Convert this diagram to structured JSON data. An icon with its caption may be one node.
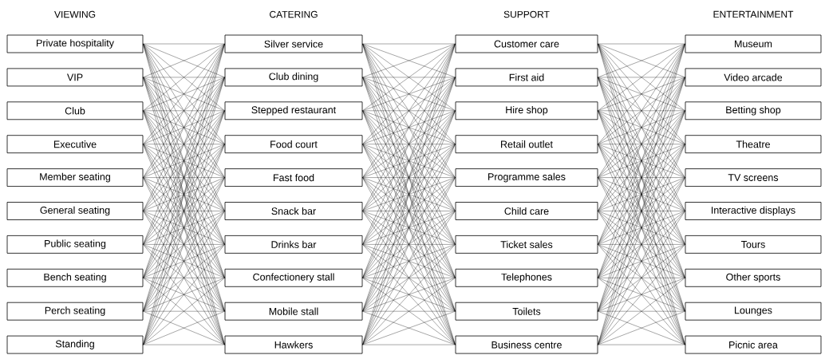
{
  "diagram": {
    "nodes": [
      {
        "text": [
          "Private hospitality"
        ]
      },
      {
        "text": [
          "VIP"
        ]
      },
      {
        "text": [
          "Club"
        ]
      },
      {
        "text": [
          "Executive"
        ]
      },
      {
        "text": [
          "Member seating"
        ]
      },
      {
        "text": [
          "General seating"
        ]
      },
      {
        "text": [
          "Public seating"
        ]
      },
      {
        "text": [
          "Bench seating"
        ]
      },
      {
        "text": [
          "Perch seating"
        ]
      },
      {
        "text": [
          "Standing"
        ]
      },
      {
        "text": [
          "Silver service"
        ]
      },
      {
        "text": [
          "Club dining"
        ]
      },
      {
        "text": [
          "Stepped restaurant"
        ]
      },
      {
        "text": [
          "Food court"
        ]
      },
      {
        "text": [
          "Fast food"
        ]
      },
      {
        "text": [
          "Snack bar"
        ]
      },
      {
        "text": [
          "Drinks bar"
        ]
      },
      {
        "text": [
          "Confectionery stall"
        ]
      },
      {
        "text": [
          "Mobile stall"
        ]
      },
      {
        "text": [
          "Hawkers"
        ]
      },
      {
        "text": [
          "Customer care"
        ]
      },
      {
        "text": [
          "First aid"
        ]
      },
      {
        "text": [
          "Hire shop"
        ]
      },
      {
        "text": [
          "Retail outlet"
        ]
      },
      {
        "text": [
          "Programme sales"
        ]
      },
      {
        "text": [
          "Child care"
        ]
      },
      {
        "text": [
          "Ticket sales"
        ]
      },
      {
        "text": [
          "Telephones"
        ]
      },
      {
        "text": [
          "Toilets"
        ]
      },
      {
        "text": [
          "Business centre"
        ]
      },
      {
        "text": [
          "Museum"
        ]
      },
      {
        "text": [
          "Video arcade"
        ]
      },
      {
        "text": [
          "Betting shop"
        ]
      },
      {
        "text": [
          "Theatre"
        ]
      },
      {
        "text": [
          "TV screens"
        ]
      },
      {
        "text": [
          "Interactive displays"
        ]
      },
      {
        "text": [
          "Tours"
        ]
      },
      {
        "text": [
          "Other sports"
        ]
      },
      {
        "text": [
          "Lounges"
        ]
      },
      {
        "text": [
          "Picnic area"
        ]
      }
    ],
    "edges": [
      {
        "from": 0,
        "to": 10,
        "arrow": "none"
      },
      {
        "from": 0,
        "to": 11,
        "arrow": "none"
      },
      {
        "from": 0,
        "to": 12,
        "arrow": "none"
      },
      {
        "from": 0,
        "to": 13,
        "arrow": "none"
      },
      {
        "from": 0,
        "to": 14,
        "arrow": "none"
      },
      {
        "from": 0,
        "to": 15,
        "arrow": "none"
      },
      {
        "from": 0,
        "to": 16,
        "arrow": "none"
      },
      {
        "from": 0,
        "to": 17,
        "arrow": "none"
      },
      {
        "from": 0,
        "to": 18,
        "arrow": "none"
      },
      {
        "from": 0,
        "to": 19,
        "arrow": "none"
      },
      {
        "from": 1,
        "to": 10,
        "arrow": "none"
      },
      {
        "from": 1,
        "to": 11,
        "arrow": "none"
      },
      {
        "from": 1,
        "to": 12,
        "arrow": "none"
      },
      {
        "from": 1,
        "to": 13,
        "arrow": "none"
      },
      {
        "from": 1,
        "to": 14,
        "arrow": "none"
      },
      {
        "from": 1,
        "to": 15,
        "arrow": "none"
      },
      {
        "from": 1,
        "to": 16,
        "arrow": "none"
      },
      {
        "from": 1,
        "to": 17,
        "arrow": "none"
      },
      {
        "from": 1,
        "to": 18,
        "arrow": "none"
      },
      {
        "from": 1,
        "to": 19,
        "arrow": "none"
      },
      {
        "from": 2,
        "to": 10,
        "arrow": "none"
      },
      {
        "from": 2,
        "to": 11,
        "arrow": "none"
      },
      {
        "from": 2,
        "to": 12,
        "arrow": "none"
      },
      {
        "from": 2,
        "to": 13,
        "arrow": "none"
      },
      {
        "from": 2,
        "to": 14,
        "arrow": "none"
      },
      {
        "from": 2,
        "to": 15,
        "arrow": "none"
      },
      {
        "from": 2,
        "to": 16,
        "arrow": "none"
      },
      {
        "from": 2,
        "to": 17,
        "arrow": "none"
      },
      {
        "from": 2,
        "to": 18,
        "arrow": "none"
      },
      {
        "from": 2,
        "to": 19,
        "arrow": "none"
      },
      {
        "from": 3,
        "to": 10,
        "arrow": "none"
      },
      {
        "from": 3,
        "to": 11,
        "arrow": "none"
      },
      {
        "from": 3,
        "to": 12,
        "arrow": "none"
      },
      {
        "from": 3,
        "to": 13,
        "arrow": "none"
      },
      {
        "from": 3,
        "to": 14,
        "arrow": "none"
      },
      {
        "from": 3,
        "to": 15,
        "arrow": "none"
      },
      {
        "from": 3,
        "to": 16,
        "arrow": "none"
      },
      {
        "from": 3,
        "to": 17,
        "arrow": "none"
      },
      {
        "from": 3,
        "to": 18,
        "arrow": "none"
      },
      {
        "from": 3,
        "to": 19,
        "arrow": "none"
      },
      {
        "from": 4,
        "to": 10,
        "arrow": "none"
      },
      {
        "from": 4,
        "to": 11,
        "arrow": "none"
      },
      {
        "from": 4,
        "to": 12,
        "arrow": "none"
      },
      {
        "from": 4,
        "to": 13,
        "arrow": "none"
      },
      {
        "from": 4,
        "to": 14,
        "arrow": "none"
      },
      {
        "from": 4,
        "to": 15,
        "arrow": "none"
      },
      {
        "from": 4,
        "to": 16,
        "arrow": "none"
      },
      {
        "from": 4,
        "to": 17,
        "arrow": "none"
      },
      {
        "from": 4,
        "to": 18,
        "arrow": "none"
      },
      {
        "from": 4,
        "to": 19,
        "arrow": "none"
      },
      {
        "from": 5,
        "to": 10,
        "arrow": "none"
      },
      {
        "from": 5,
        "to": 11,
        "arrow": "none"
      },
      {
        "from": 5,
        "to": 12,
        "arrow": "none"
      },
      {
        "from": 5,
        "to": 13,
        "arrow": "none"
      },
      {
        "from": 5,
        "to": 14,
        "arrow": "none"
      },
      {
        "from": 5,
        "to": 15,
        "arrow": "none"
      },
      {
        "from": 5,
        "to": 16,
        "arrow": "none"
      },
      {
        "from": 5,
        "to": 17,
        "arrow": "none"
      },
      {
        "from": 5,
        "to": 18,
        "arrow": "none"
      },
      {
        "from": 5,
        "to": 19,
        "arrow": "none"
      },
      {
        "from": 6,
        "to": 10,
        "arrow": "none"
      },
      {
        "from": 6,
        "to": 11,
        "arrow": "none"
      },
      {
        "from": 6,
        "to": 12,
        "arrow": "none"
      },
      {
        "from": 6,
        "to": 13,
        "arrow": "none"
      },
      {
        "from": 6,
        "to": 14,
        "arrow": "none"
      },
      {
        "from": 6,
        "to": 15,
        "arrow": "none"
      },
      {
        "from": 6,
        "to": 16,
        "arrow": "none"
      },
      {
        "from": 6,
        "to": 17,
        "arrow": "none"
      },
      {
        "from": 6,
        "to": 18,
        "arrow": "none"
      },
      {
        "from": 6,
        "to": 19,
        "arrow": "none"
      },
      {
        "from": 7,
        "to": 10,
        "arrow": "none"
      },
      {
        "from": 7,
        "to": 11,
        "arrow": "none"
      },
      {
        "from": 7,
        "to": 12,
        "arrow": "none"
      },
      {
        "from": 7,
        "to": 13,
        "arrow": "none"
      },
      {
        "from": 7,
        "to": 14,
        "arrow": "none"
      },
      {
        "from": 7,
        "to": 15,
        "arrow": "none"
      },
      {
        "from": 7,
        "to": 16,
        "arrow": "none"
      },
      {
        "from": 7,
        "to": 17,
        "arrow": "none"
      },
      {
        "from": 7,
        "to": 18,
        "arrow": "none"
      },
      {
        "from": 7,
        "to": 19,
        "arrow": "none"
      },
      {
        "from": 8,
        "to": 10,
        "arrow": "none"
      },
      {
        "from": 8,
        "to": 11,
        "arrow": "none"
      },
      {
        "from": 8,
        "to": 12,
        "arrow": "none"
      },
      {
        "from": 8,
        "to": 13,
        "arrow": "none"
      },
      {
        "from": 8,
        "to": 14,
        "arrow": "none"
      },
      {
        "from": 8,
        "to": 15,
        "arrow": "none"
      },
      {
        "from": 8,
        "to": 16,
        "arrow": "none"
      },
      {
        "from": 8,
        "to": 17,
        "arrow": "none"
      },
      {
        "from": 8,
        "to": 18,
        "arrow": "none"
      },
      {
        "from": 8,
        "to": 19,
        "arrow": "none"
      },
      {
        "from": 9,
        "to": 10,
        "arrow": "none"
      },
      {
        "from": 9,
        "to": 11,
        "arrow": "none"
      },
      {
        "from": 9,
        "to": 12,
        "arrow": "none"
      },
      {
        "from": 9,
        "to": 13,
        "arrow": "none"
      },
      {
        "from": 9,
        "to": 14,
        "arrow": "none"
      },
      {
        "from": 9,
        "to": 15,
        "arrow": "none"
      },
      {
        "from": 9,
        "to": 16,
        "arrow": "none"
      },
      {
        "from": 9,
        "to": 17,
        "arrow": "none"
      },
      {
        "from": 9,
        "to": 18,
        "arrow": "none"
      },
      {
        "from": 9,
        "to": 19,
        "arrow": "none"
      },
      {
        "from": 10,
        "to": 20,
        "arrow": "none"
      },
      {
        "from": 10,
        "to": 21,
        "arrow": "none"
      },
      {
        "from": 10,
        "to": 22,
        "arrow": "none"
      },
      {
        "from": 10,
        "to": 23,
        "arrow": "none"
      },
      {
        "from": 10,
        "to": 24,
        "arrow": "none"
      },
      {
        "from": 10,
        "to": 25,
        "arrow": "none"
      },
      {
        "from": 10,
        "to": 26,
        "arrow": "none"
      },
      {
        "from": 10,
        "to": 27,
        "arrow": "none"
      },
      {
        "from": 10,
        "to": 28,
        "arrow": "none"
      },
      {
        "from": 10,
        "to": 29,
        "arrow": "none"
      },
      {
        "from": 11,
        "to": 20,
        "arrow": "none"
      },
      {
        "from": 11,
        "to": 21,
        "arrow": "none"
      },
      {
        "from": 11,
        "to": 22,
        "arrow": "none"
      },
      {
        "from": 11,
        "to": 23,
        "arrow": "none"
      },
      {
        "from": 11,
        "to": 24,
        "arrow": "none"
      },
      {
        "from": 11,
        "to": 25,
        "arrow": "none"
      },
      {
        "from": 11,
        "to": 26,
        "arrow": "none"
      },
      {
        "from": 11,
        "to": 27,
        "arrow": "none"
      },
      {
        "from": 11,
        "to": 28,
        "arrow": "none"
      },
      {
        "from": 11,
        "to": 29,
        "arrow": "none"
      },
      {
        "from": 12,
        "to": 20,
        "arrow": "none"
      },
      {
        "from": 12,
        "to": 21,
        "arrow": "none"
      },
      {
        "from": 12,
        "to": 22,
        "arrow": "none"
      },
      {
        "from": 12,
        "to": 23,
        "arrow": "none"
      },
      {
        "from": 12,
        "to": 24,
        "arrow": "none"
      },
      {
        "from": 12,
        "to": 25,
        "arrow": "none"
      },
      {
        "from": 12,
        "to": 26,
        "arrow": "none"
      },
      {
        "from": 12,
        "to": 27,
        "arrow": "none"
      },
      {
        "from": 12,
        "to": 28,
        "arrow": "none"
      },
      {
        "from": 12,
        "to": 29,
        "arrow": "none"
      },
      {
        "from": 13,
        "to": 20,
        "arrow": "none"
      },
      {
        "from": 13,
        "to": 21,
        "arrow": "none"
      },
      {
        "from": 13,
        "to": 22,
        "arrow": "none"
      },
      {
        "from": 13,
        "to": 23,
        "arrow": "none"
      },
      {
        "from": 13,
        "to": 24,
        "arrow": "none"
      },
      {
        "from": 13,
        "to": 25,
        "arrow": "none"
      },
      {
        "from": 13,
        "to": 26,
        "arrow": "none"
      },
      {
        "from": 13,
        "to": 27,
        "arrow": "none"
      },
      {
        "from": 13,
        "to": 28,
        "arrow": "none"
      },
      {
        "from": 13,
        "to": 29,
        "arrow": "none"
      },
      {
        "from": 14,
        "to": 20,
        "arrow": "none"
      },
      {
        "from": 14,
        "to": 21,
        "arrow": "none"
      },
      {
        "from": 14,
        "to": 22,
        "arrow": "none"
      },
      {
        "from": 14,
        "to": 23,
        "arrow": "none"
      },
      {
        "from": 14,
        "to": 24,
        "arrow": "none"
      },
      {
        "from": 14,
        "to": 25,
        "arrow": "none"
      },
      {
        "from": 14,
        "to": 26,
        "arrow": "none"
      },
      {
        "from": 14,
        "to": 27,
        "arrow": "none"
      },
      {
        "from": 14,
        "to": 28,
        "arrow": "none"
      },
      {
        "from": 14,
        "to": 29,
        "arrow": "none"
      },
      {
        "from": 15,
        "to": 20,
        "arrow": "none"
      },
      {
        "from": 15,
        "to": 21,
        "arrow": "none"
      },
      {
        "from": 15,
        "to": 22,
        "arrow": "none"
      },
      {
        "from": 15,
        "to": 23,
        "arrow": "none"
      },
      {
        "from": 15,
        "to": 24,
        "arrow": "none"
      },
      {
        "from": 15,
        "to": 25,
        "arrow": "none"
      },
      {
        "from": 15,
        "to": 26,
        "arrow": "none"
      },
      {
        "from": 15,
        "to": 27,
        "arrow": "none"
      },
      {
        "from": 15,
        "to": 28,
        "arrow": "none"
      },
      {
        "from": 15,
        "to": 29,
        "arrow": "none"
      },
      {
        "from": 16,
        "to": 20,
        "arrow": "none"
      },
      {
        "from": 16,
        "to": 21,
        "arrow": "none"
      },
      {
        "from": 16,
        "to": 22,
        "arrow": "none"
      },
      {
        "from": 16,
        "to": 23,
        "arrow": "none"
      },
      {
        "from": 16,
        "to": 24,
        "arrow": "none"
      },
      {
        "from": 16,
        "to": 25,
        "arrow": "none"
      },
      {
        "from": 16,
        "to": 26,
        "arrow": "none"
      },
      {
        "from": 16,
        "to": 27,
        "arrow": "none"
      },
      {
        "from": 16,
        "to": 28,
        "arrow": "none"
      },
      {
        "from": 16,
        "to": 29,
        "arrow": "none"
      },
      {
        "from": 17,
        "to": 20,
        "arrow": "none"
      },
      {
        "from": 17,
        "to": 21,
        "arrow": "none"
      },
      {
        "from": 17,
        "to": 22,
        "arrow": "none"
      },
      {
        "from": 17,
        "to": 23,
        "arrow": "none"
      },
      {
        "from": 17,
        "to": 24,
        "arrow": "none"
      },
      {
        "from": 17,
        "to": 25,
        "arrow": "none"
      },
      {
        "from": 17,
        "to": 26,
        "arrow": "none"
      },
      {
        "from": 17,
        "to": 27,
        "arrow": "none"
      },
      {
        "from": 17,
        "to": 28,
        "arrow": "none"
      },
      {
        "from": 17,
        "to": 29,
        "arrow": "none"
      },
      {
        "from": 18,
        "to": 20,
        "arrow": "none"
      },
      {
        "from": 18,
        "to": 21,
        "arrow": "none"
      },
      {
        "from": 18,
        "to": 22,
        "arrow": "none"
      },
      {
        "from": 18,
        "to": 23,
        "arrow": "none"
      },
      {
        "from": 18,
        "to": 24,
        "arrow": "none"
      },
      {
        "from": 18,
        "to": 25,
        "arrow": "none"
      },
      {
        "from": 18,
        "to": 26,
        "arrow": "none"
      },
      {
        "from": 18,
        "to": 27,
        "arrow": "none"
      },
      {
        "from": 18,
        "to": 28,
        "arrow": "none"
      },
      {
        "from": 18,
        "to": 29,
        "arrow": "none"
      },
      {
        "from": 19,
        "to": 20,
        "arrow": "none"
      },
      {
        "from": 19,
        "to": 21,
        "arrow": "none"
      },
      {
        "from": 19,
        "to": 22,
        "arrow": "none"
      },
      {
        "from": 19,
        "to": 23,
        "arrow": "none"
      },
      {
        "from": 19,
        "to": 24,
        "arrow": "none"
      },
      {
        "from": 19,
        "to": 25,
        "arrow": "none"
      },
      {
        "from": 19,
        "to": 26,
        "arrow": "none"
      },
      {
        "from": 19,
        "to": 27,
        "arrow": "none"
      },
      {
        "from": 19,
        "to": 28,
        "arrow": "none"
      },
      {
        "from": 19,
        "to": 29,
        "arrow": "none"
      },
      {
        "from": 20,
        "to": 30,
        "arrow": "none"
      },
      {
        "from": 20,
        "to": 31,
        "arrow": "none"
      },
      {
        "from": 20,
        "to": 32,
        "arrow": "none"
      },
      {
        "from": 20,
        "to": 33,
        "arrow": "none"
      },
      {
        "from": 20,
        "to": 34,
        "arrow": "none"
      },
      {
        "from": 20,
        "to": 35,
        "arrow": "none"
      },
      {
        "from": 20,
        "to": 36,
        "arrow": "none"
      },
      {
        "from": 20,
        "to": 37,
        "arrow": "none"
      },
      {
        "from": 20,
        "to": 38,
        "arrow": "none"
      },
      {
        "from": 20,
        "to": 39,
        "arrow": "none"
      },
      {
        "from": 21,
        "to": 30,
        "arrow": "none"
      },
      {
        "from": 21,
        "to": 31,
        "arrow": "none"
      },
      {
        "from": 21,
        "to": 32,
        "arrow": "none"
      },
      {
        "from": 21,
        "to": 33,
        "arrow": "none"
      },
      {
        "from": 21,
        "to": 34,
        "arrow": "none"
      },
      {
        "from": 21,
        "to": 35,
        "arrow": "none"
      },
      {
        "from": 21,
        "to": 36,
        "arrow": "none"
      },
      {
        "from": 21,
        "to": 37,
        "arrow": "none"
      },
      {
        "from": 21,
        "to": 38,
        "arrow": "none"
      },
      {
        "from": 21,
        "to": 39,
        "arrow": "none"
      },
      {
        "from": 22,
        "to": 30,
        "arrow": "none"
      },
      {
        "from": 22,
        "to": 31,
        "arrow": "none"
      },
      {
        "from": 22,
        "to": 32,
        "arrow": "none"
      },
      {
        "from": 22,
        "to": 33,
        "arrow": "none"
      },
      {
        "from": 22,
        "to": 34,
        "arrow": "none"
      },
      {
        "from": 22,
        "to": 35,
        "arrow": "none"
      },
      {
        "from": 22,
        "to": 36,
        "arrow": "none"
      },
      {
        "from": 22,
        "to": 37,
        "arrow": "none"
      },
      {
        "from": 22,
        "to": 38,
        "arrow": "none"
      },
      {
        "from": 22,
        "to": 39,
        "arrow": "none"
      },
      {
        "from": 23,
        "to": 30,
        "arrow": "none"
      },
      {
        "from": 23,
        "to": 31,
        "arrow": "none"
      },
      {
        "from": 23,
        "to": 32,
        "arrow": "none"
      },
      {
        "from": 23,
        "to": 33,
        "arrow": "none"
      },
      {
        "from": 23,
        "to": 34,
        "arrow": "none"
      },
      {
        "from": 23,
        "to": 35,
        "arrow": "none"
      },
      {
        "from": 23,
        "to": 36,
        "arrow": "none"
      },
      {
        "from": 23,
        "to": 37,
        "arrow": "none"
      },
      {
        "from": 23,
        "to": 38,
        "arrow": "none"
      },
      {
        "from": 23,
        "to": 39,
        "arrow": "none"
      },
      {
        "from": 24,
        "to": 30,
        "arrow": "none"
      },
      {
        "from": 24,
        "to": 31,
        "arrow": "none"
      },
      {
        "from": 24,
        "to": 32,
        "arrow": "none"
      },
      {
        "from": 24,
        "to": 33,
        "arrow": "none"
      },
      {
        "from": 24,
        "to": 34,
        "arrow": "none"
      },
      {
        "from": 24,
        "to": 35,
        "arrow": "none"
      },
      {
        "from": 24,
        "to": 36,
        "arrow": "none"
      },
      {
        "from": 24,
        "to": 37,
        "arrow": "none"
      },
      {
        "from": 24,
        "to": 38,
        "arrow": "none"
      },
      {
        "from": 24,
        "to": 39,
        "arrow": "none"
      },
      {
        "from": 25,
        "to": 30,
        "arrow": "none"
      },
      {
        "from": 25,
        "to": 31,
        "arrow": "none"
      },
      {
        "from": 25,
        "to": 32,
        "arrow": "none"
      },
      {
        "from": 25,
        "to": 33,
        "arrow": "none"
      },
      {
        "from": 25,
        "to": 34,
        "arrow": "none"
      },
      {
        "from": 25,
        "to": 35,
        "arrow": "none"
      },
      {
        "from": 25,
        "to": 36,
        "arrow": "none"
      },
      {
        "from": 25,
        "to": 37,
        "arrow": "none"
      },
      {
        "from": 25,
        "to": 38,
        "arrow": "none"
      },
      {
        "from": 25,
        "to": 39,
        "arrow": "none"
      },
      {
        "from": 26,
        "to": 30,
        "arrow": "none"
      },
      {
        "from": 26,
        "to": 31,
        "arrow": "none"
      },
      {
        "from": 26,
        "to": 32,
        "arrow": "none"
      },
      {
        "from": 26,
        "to": 33,
        "arrow": "none"
      },
      {
        "from": 26,
        "to": 34,
        "arrow": "none"
      },
      {
        "from": 26,
        "to": 35,
        "arrow": "none"
      },
      {
        "from": 26,
        "to": 36,
        "arrow": "none"
      },
      {
        "from": 26,
        "to": 37,
        "arrow": "none"
      },
      {
        "from": 26,
        "to": 38,
        "arrow": "none"
      },
      {
        "from": 26,
        "to": 39,
        "arrow": "none"
      },
      {
        "from": 27,
        "to": 30,
        "arrow": "none"
      },
      {
        "from": 27,
        "to": 31,
        "arrow": "none"
      },
      {
        "from": 27,
        "to": 32,
        "arrow": "none"
      },
      {
        "from": 27,
        "to": 33,
        "arrow": "none"
      },
      {
        "from": 27,
        "to": 34,
        "arrow": "none"
      },
      {
        "from": 27,
        "to": 35,
        "arrow": "none"
      },
      {
        "from": 27,
        "to": 36,
        "arrow": "none"
      },
      {
        "from": 27,
        "to": 37,
        "arrow": "none"
      },
      {
        "from": 27,
        "to": 38,
        "arrow": "none"
      },
      {
        "from": 27,
        "to": 39,
        "arrow": "none"
      },
      {
        "from": 28,
        "to": 30,
        "arrow": "none"
      },
      {
        "from": 28,
        "to": 31,
        "arrow": "none"
      },
      {
        "from": 28,
        "to": 32,
        "arrow": "none"
      },
      {
        "from": 28,
        "to": 33,
        "arrow": "none"
      },
      {
        "from": 28,
        "to": 34,
        "arrow": "none"
      },
      {
        "from": 28,
        "to": 35,
        "arrow": "none"
      },
      {
        "from": 28,
        "to": 36,
        "arrow": "none"
      },
      {
        "from": 28,
        "to": 37,
        "arrow": "none"
      },
      {
        "from": 28,
        "to": 38,
        "arrow": "none"
      },
      {
        "from": 28,
        "to": 39,
        "arrow": "none"
      },
      {
        "from": 29,
        "to": 30,
        "arrow": "none"
      },
      {
        "from": 29,
        "to": 31,
        "arrow": "none"
      },
      {
        "from": 29,
        "to": 32,
        "arrow": "none"
      },
      {
        "from": 29,
        "to": 33,
        "arrow": "none"
      },
      {
        "from": 29,
        "to": 34,
        "arrow": "none"
      },
      {
        "from": 29,
        "to": 35,
        "arrow": "none"
      },
      {
        "from": 29,
        "to": 36,
        "arrow": "none"
      },
      {
        "from": 29,
        "to": 37,
        "arrow": "none"
      },
      {
        "from": 29,
        "to": 38,
        "arrow": "none"
      },
      {
        "from": 29,
        "to": 39,
        "arrow": "none"
      }
    ],
    "labels": [
      "VIEWING",
      "CATERING",
      "SUPPORT",
      "ENTERTAINMENT"
    ]
  }
}
